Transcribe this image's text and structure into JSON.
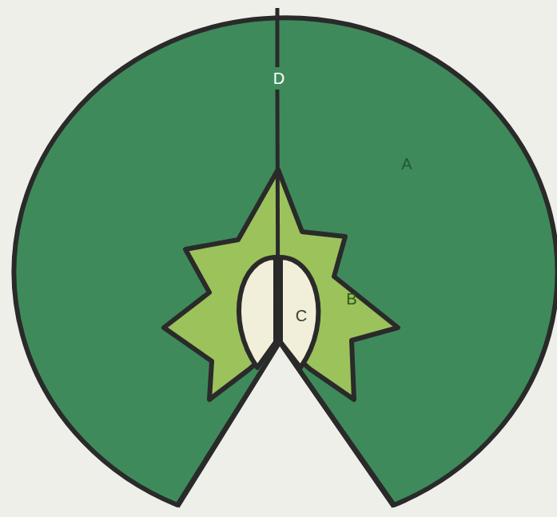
{
  "diagram": {
    "labels": [
      "D",
      "A",
      "C",
      "B"
    ]
  }
}
